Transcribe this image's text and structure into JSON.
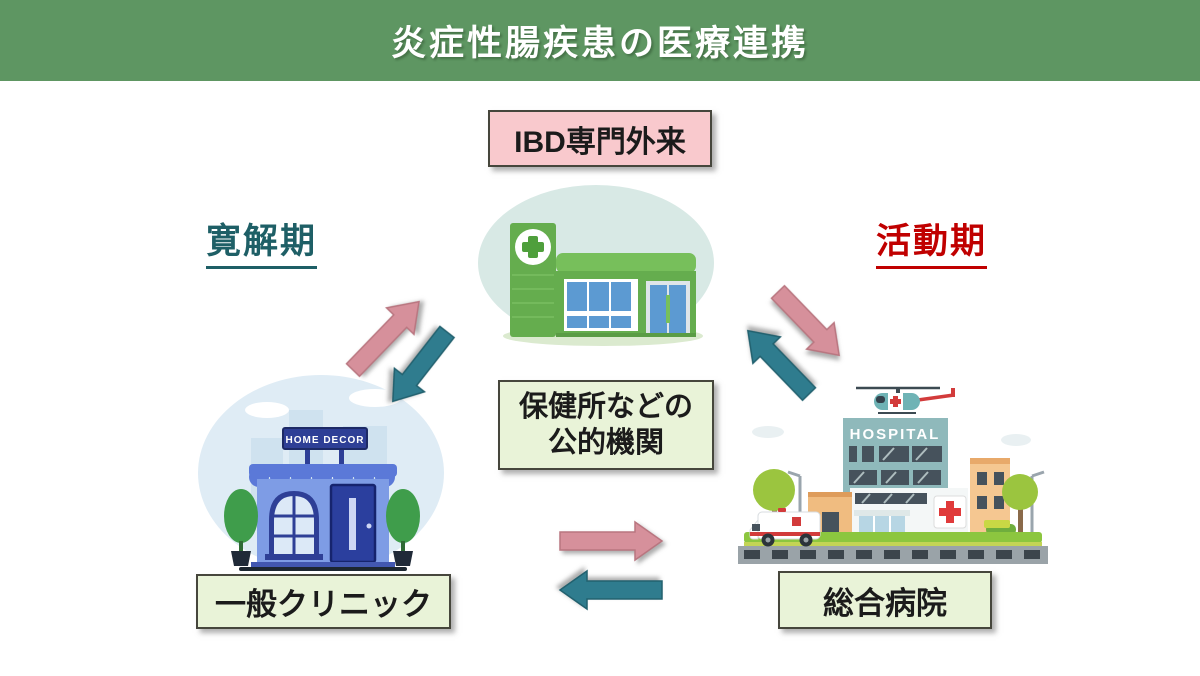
{
  "header": {
    "title": "炎症性腸疾患の医療連携",
    "bg_color": "#5e9662",
    "text_color": "#ffffff"
  },
  "phase_labels": {
    "remission": {
      "text": "寛解期",
      "color": "#1e5f66"
    },
    "active": {
      "text": "活動期",
      "color": "#c00000"
    }
  },
  "boxes": {
    "ibd_clinic": {
      "label": "IBD専門外来",
      "bg": "#f9c9cd",
      "border": "#46463c"
    },
    "public_institution": {
      "line1": "保健所などの",
      "line2": "公的機関",
      "bg": "#e9f3d8"
    },
    "general_clinic": {
      "label": "一般クリニック",
      "bg": "#e9f3d8"
    },
    "general_hospital": {
      "label": "総合病院",
      "bg": "#e9f3d8"
    }
  },
  "buildings": {
    "ibd_center": {
      "kind": "green-clinic-illustration"
    },
    "clinic": {
      "kind": "blue-storefront-illustration",
      "sign_text": "HOME DECOR"
    },
    "hospital": {
      "kind": "hospital-illustration",
      "sign_text": "HOSPITAL"
    }
  },
  "arrows": {
    "colors": {
      "pink": "#d6909b",
      "teal": "#2f7c8e"
    },
    "left_pair": {
      "pink_up": "clinic-to-ibd",
      "teal_down": "ibd-to-clinic"
    },
    "right_pair": {
      "pink_down": "ibd-to-hospital",
      "teal_up": "hospital-to-ibd"
    },
    "bottom_pair": {
      "pink_right": "clinic-to-hospital",
      "teal_left": "hospital-to-clinic"
    }
  }
}
